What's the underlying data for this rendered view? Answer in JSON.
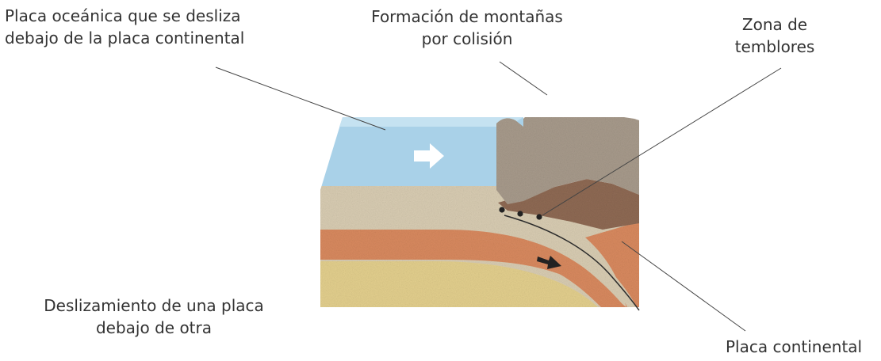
{
  "labels": {
    "oceanic_plate": {
      "line1": "Placa oceánica que se desliza",
      "line2": "debajo de la placa continental"
    },
    "mountain_formation": {
      "line1": "Formación de montañas",
      "line2": "por colisión"
    },
    "earthquake_zone": {
      "line1": "Zona de",
      "line2": "temblores"
    },
    "subduction": {
      "line1": "Deslizamiento de una placa",
      "line2": "debajo de otra"
    },
    "continental_plate": {
      "line1": "Placa continental"
    }
  },
  "colors": {
    "ocean": "#a9d1e8",
    "ocean_top": "#c5e2f1",
    "crust_beige": "#d9cdb3",
    "crust_orange": "#d98a5f",
    "mantle_yellow": "#e4d08e",
    "mountain_gray": "#a89b8c",
    "rock_brown": "#8f6a54",
    "arrow_white": "#ffffff",
    "arrow_dark": "#222222",
    "leader_line": "#444444"
  },
  "icons": {
    "ocean_arrow": "arrow-right-white",
    "plate_arrow": "arrow-down-right-dark"
  }
}
